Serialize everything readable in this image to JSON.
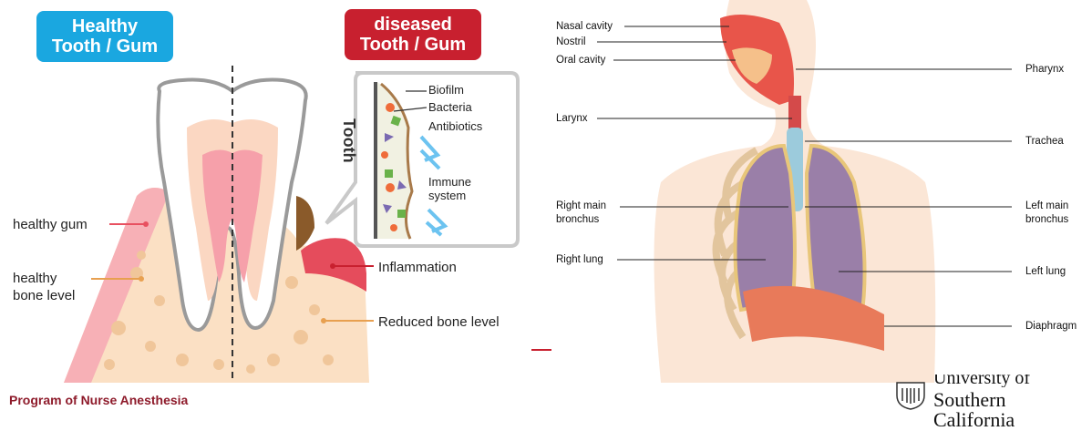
{
  "tooth": {
    "badge_healthy": "Healthy\nTooth / Gum",
    "badge_healthy_l1": "Healthy",
    "badge_healthy_l2": "Tooth / Gum",
    "badge_diseased_l1": "diseased",
    "badge_diseased_l2": "Tooth / Gum",
    "labels": {
      "healthy_gum": "healthy gum",
      "healthy_bone_l1": "healthy",
      "healthy_bone_l2": "bone level",
      "inflammation": "Inflammation",
      "reduced_bone": "Reduced bone level"
    },
    "inset": {
      "tooth": "Tooth",
      "biofilm": "Biofilm",
      "bacteria": "Bacteria",
      "antibiotics": "Antibiotics",
      "immune_l1": "Immune",
      "immune_l2": "system"
    }
  },
  "respiratory": {
    "left_labels": {
      "nasal_cavity": "Nasal cavity",
      "nostril": "Nostril",
      "oral_cavity": "Oral cavity",
      "larynx": "Larynx",
      "right_main_l1": "Right main",
      "right_main_l2": "bronchus",
      "right_lung": "Right lung"
    },
    "right_labels": {
      "pharynx": "Pharynx",
      "trachea": "Trachea",
      "left_main_l1": "Left main",
      "left_main_l2": "bronchus",
      "left_lung": "Left lung",
      "diaphragm": "Diaphragm"
    }
  },
  "footer": {
    "program": "Program of Nurse Anesthesia",
    "usc_l1": "University of",
    "usc_l2": "Southern California"
  },
  "colors": {
    "healthy": "#1aa7e0",
    "diseased": "#c8202f",
    "gum": "#f6a5ad",
    "bone": "#fbe0c4",
    "lung": "#9a7fa8"
  }
}
